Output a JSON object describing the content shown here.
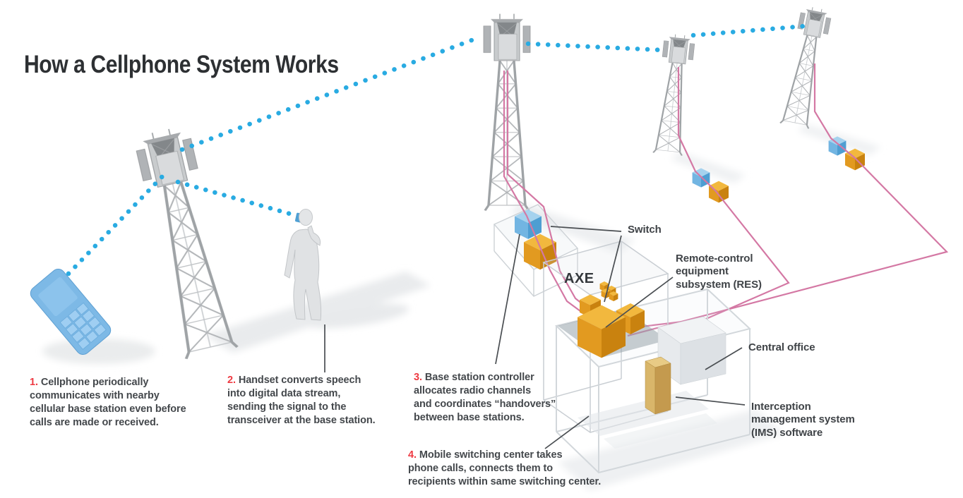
{
  "title": "How a Cellphone System Works",
  "colors": {
    "signal_blue": "#29abe2",
    "trunk_pink": "#d478a4",
    "step_number_red": "#ee3a42",
    "text_gray": "#44484c",
    "cube_orange": "#e9a825",
    "cube_blue": "#72b5e2"
  },
  "equipment_labels": {
    "switch": "Switch",
    "axe": "AXE",
    "res": "Remote-control\nequipment\nsubsystem (RES)",
    "central_office": "Central office",
    "ims": "Interception\nmanagement system\n(IMS) software"
  },
  "steps": [
    {
      "num": "1.",
      "text": "Cellphone periodically\ncommunicates with nearby\ncellular base station even before\ncalls are made or received."
    },
    {
      "num": "2.",
      "text": "Handset converts speech\ninto digital data stream,\nsending the signal to the\ntransceiver at the base station."
    },
    {
      "num": "3.",
      "text": "Base station controller\nallocates radio channels\nand coordinates “handovers”\nbetween base stations."
    },
    {
      "num": "4.",
      "text": "Mobile switching center takes\nphone calls, connects them to\nrecipients within same switching center."
    }
  ]
}
